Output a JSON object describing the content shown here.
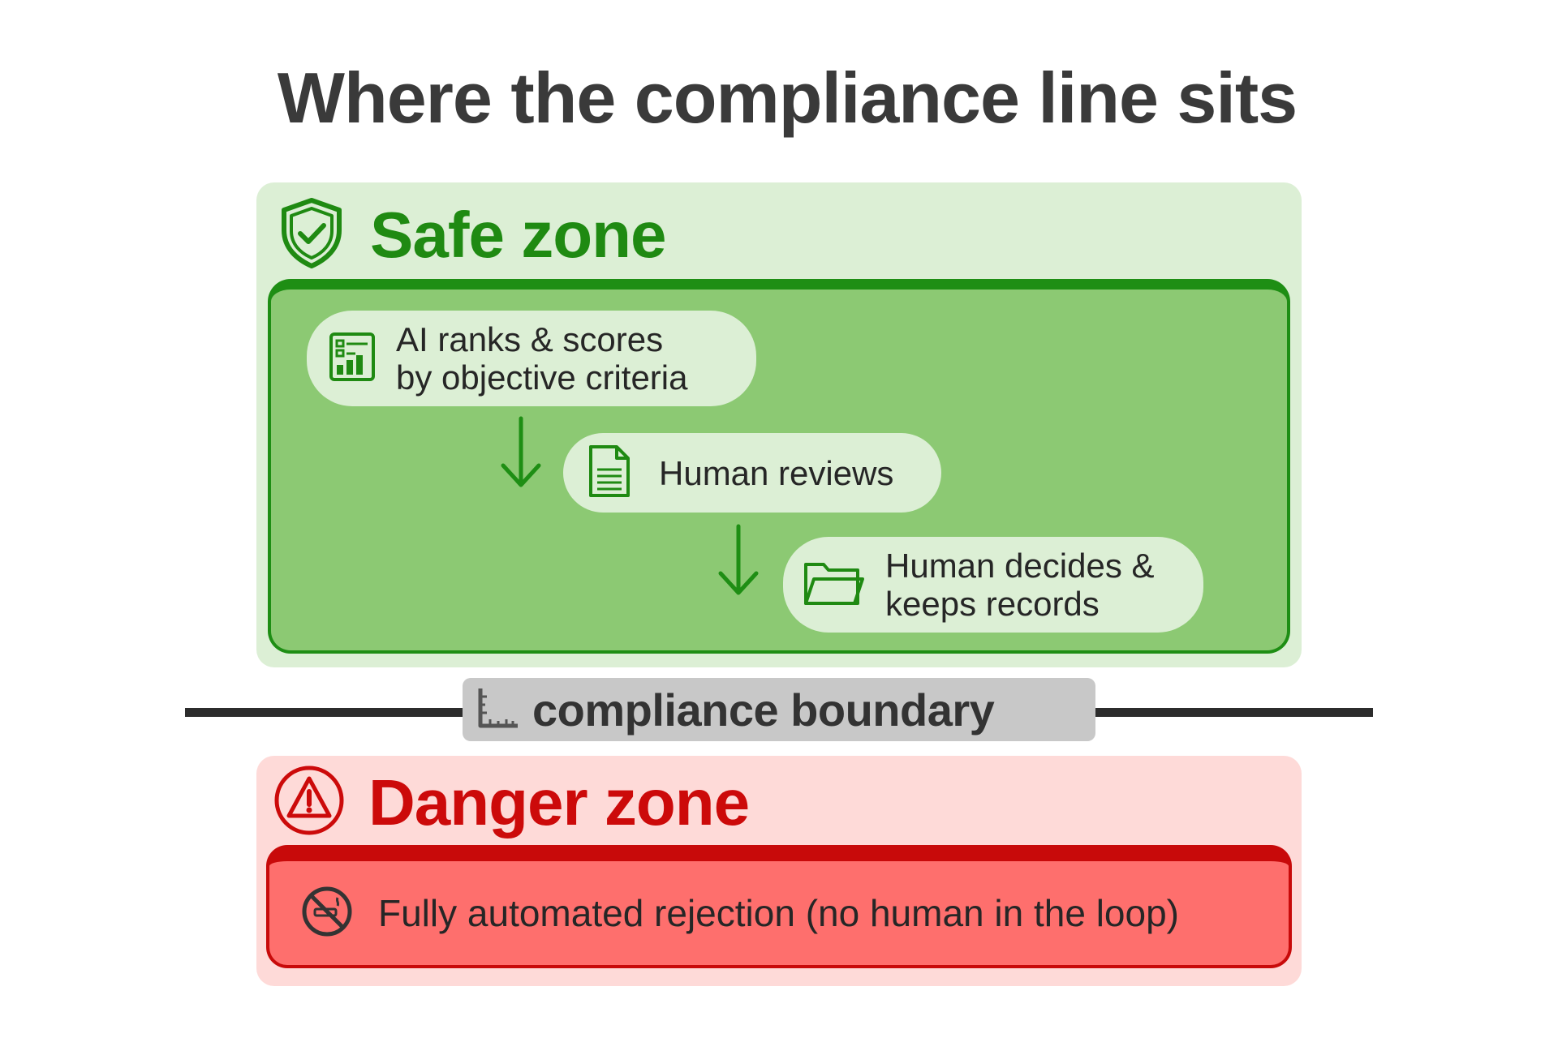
{
  "title": "Where the compliance line sits",
  "safe_zone": {
    "title": "Safe zone",
    "color": "#1f8a12",
    "steps": [
      {
        "line1": "AI ranks & scores",
        "line2": "by objective criteria",
        "icon": "chart-icon"
      },
      {
        "line1": "Human reviews",
        "icon": "document-icon"
      },
      {
        "line1": "Human decides &",
        "line2": "keeps records",
        "icon": "folder-icon"
      }
    ]
  },
  "boundary": {
    "label": "compliance boundary",
    "icon": "ruler-icon"
  },
  "danger_zone": {
    "title": "Danger zone",
    "color": "#cc0a0a",
    "item": "Fully automated rejection (no human in the loop)",
    "icon": "prohibited-icon"
  }
}
